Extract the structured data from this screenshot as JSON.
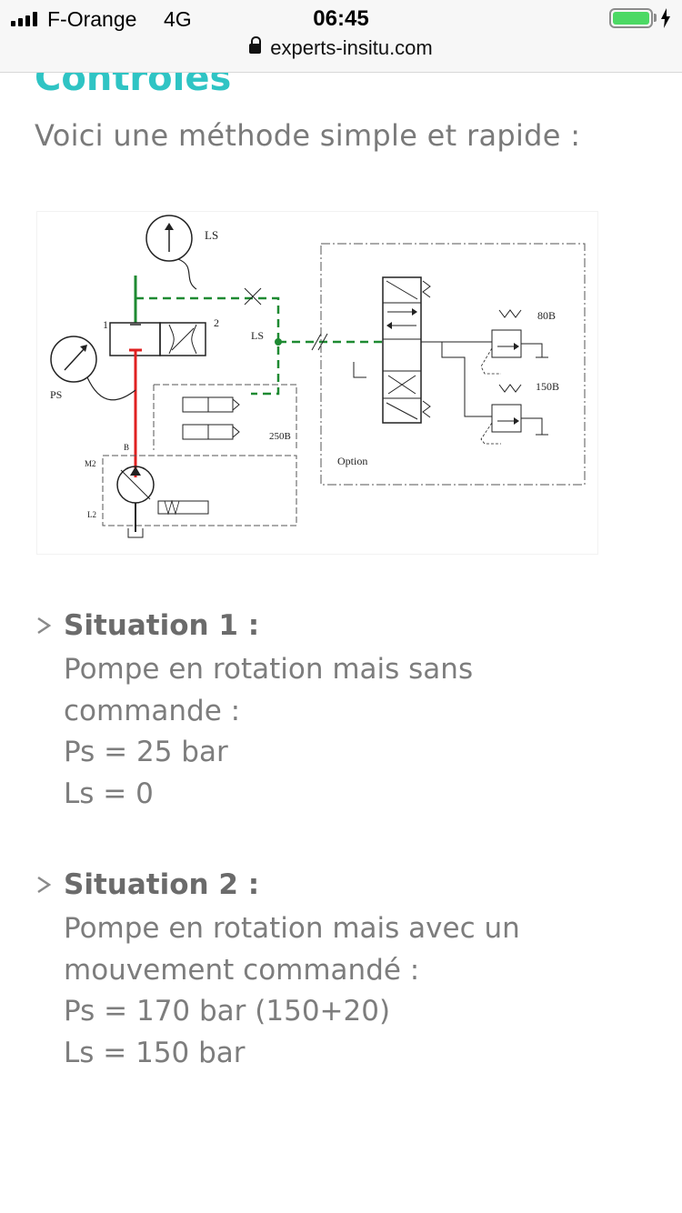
{
  "status_bar": {
    "carrier": "F-Orange",
    "network": "4G",
    "time": "06:45",
    "battery_color": "#4cd964"
  },
  "browser": {
    "url": "experts-insitu.com",
    "lock_icon": "lock-icon"
  },
  "article": {
    "section_title": "Contrôles",
    "intro": "Voici une méthode simple et rapide :",
    "diagram": {
      "labels": {
        "ls_top": "LS",
        "ls_mid": "LS",
        "ps": "PS",
        "port1": "1",
        "port2": "2",
        "relief_250": "250B",
        "relief_80": "80B",
        "relief_150": "150B",
        "option": "Option",
        "m2": "M2",
        "b": "B",
        "l2": "L2"
      },
      "line_colors": {
        "pressure": "#e02020",
        "load_sense": "#1e8a32",
        "drawing": "#222222"
      }
    },
    "situations": [
      {
        "title": "Situation 1 :",
        "lines": [
          "Pompe en rotation mais sans",
          "commande :",
          "Ps = 25 bar",
          "Ls = 0"
        ]
      },
      {
        "title": "Situation 2 :",
        "lines": [
          "Pompe en rotation mais avec un",
          "mouvement commandé :",
          "Ps = 170 bar (150+20)",
          "Ls = 150 bar"
        ]
      }
    ]
  }
}
